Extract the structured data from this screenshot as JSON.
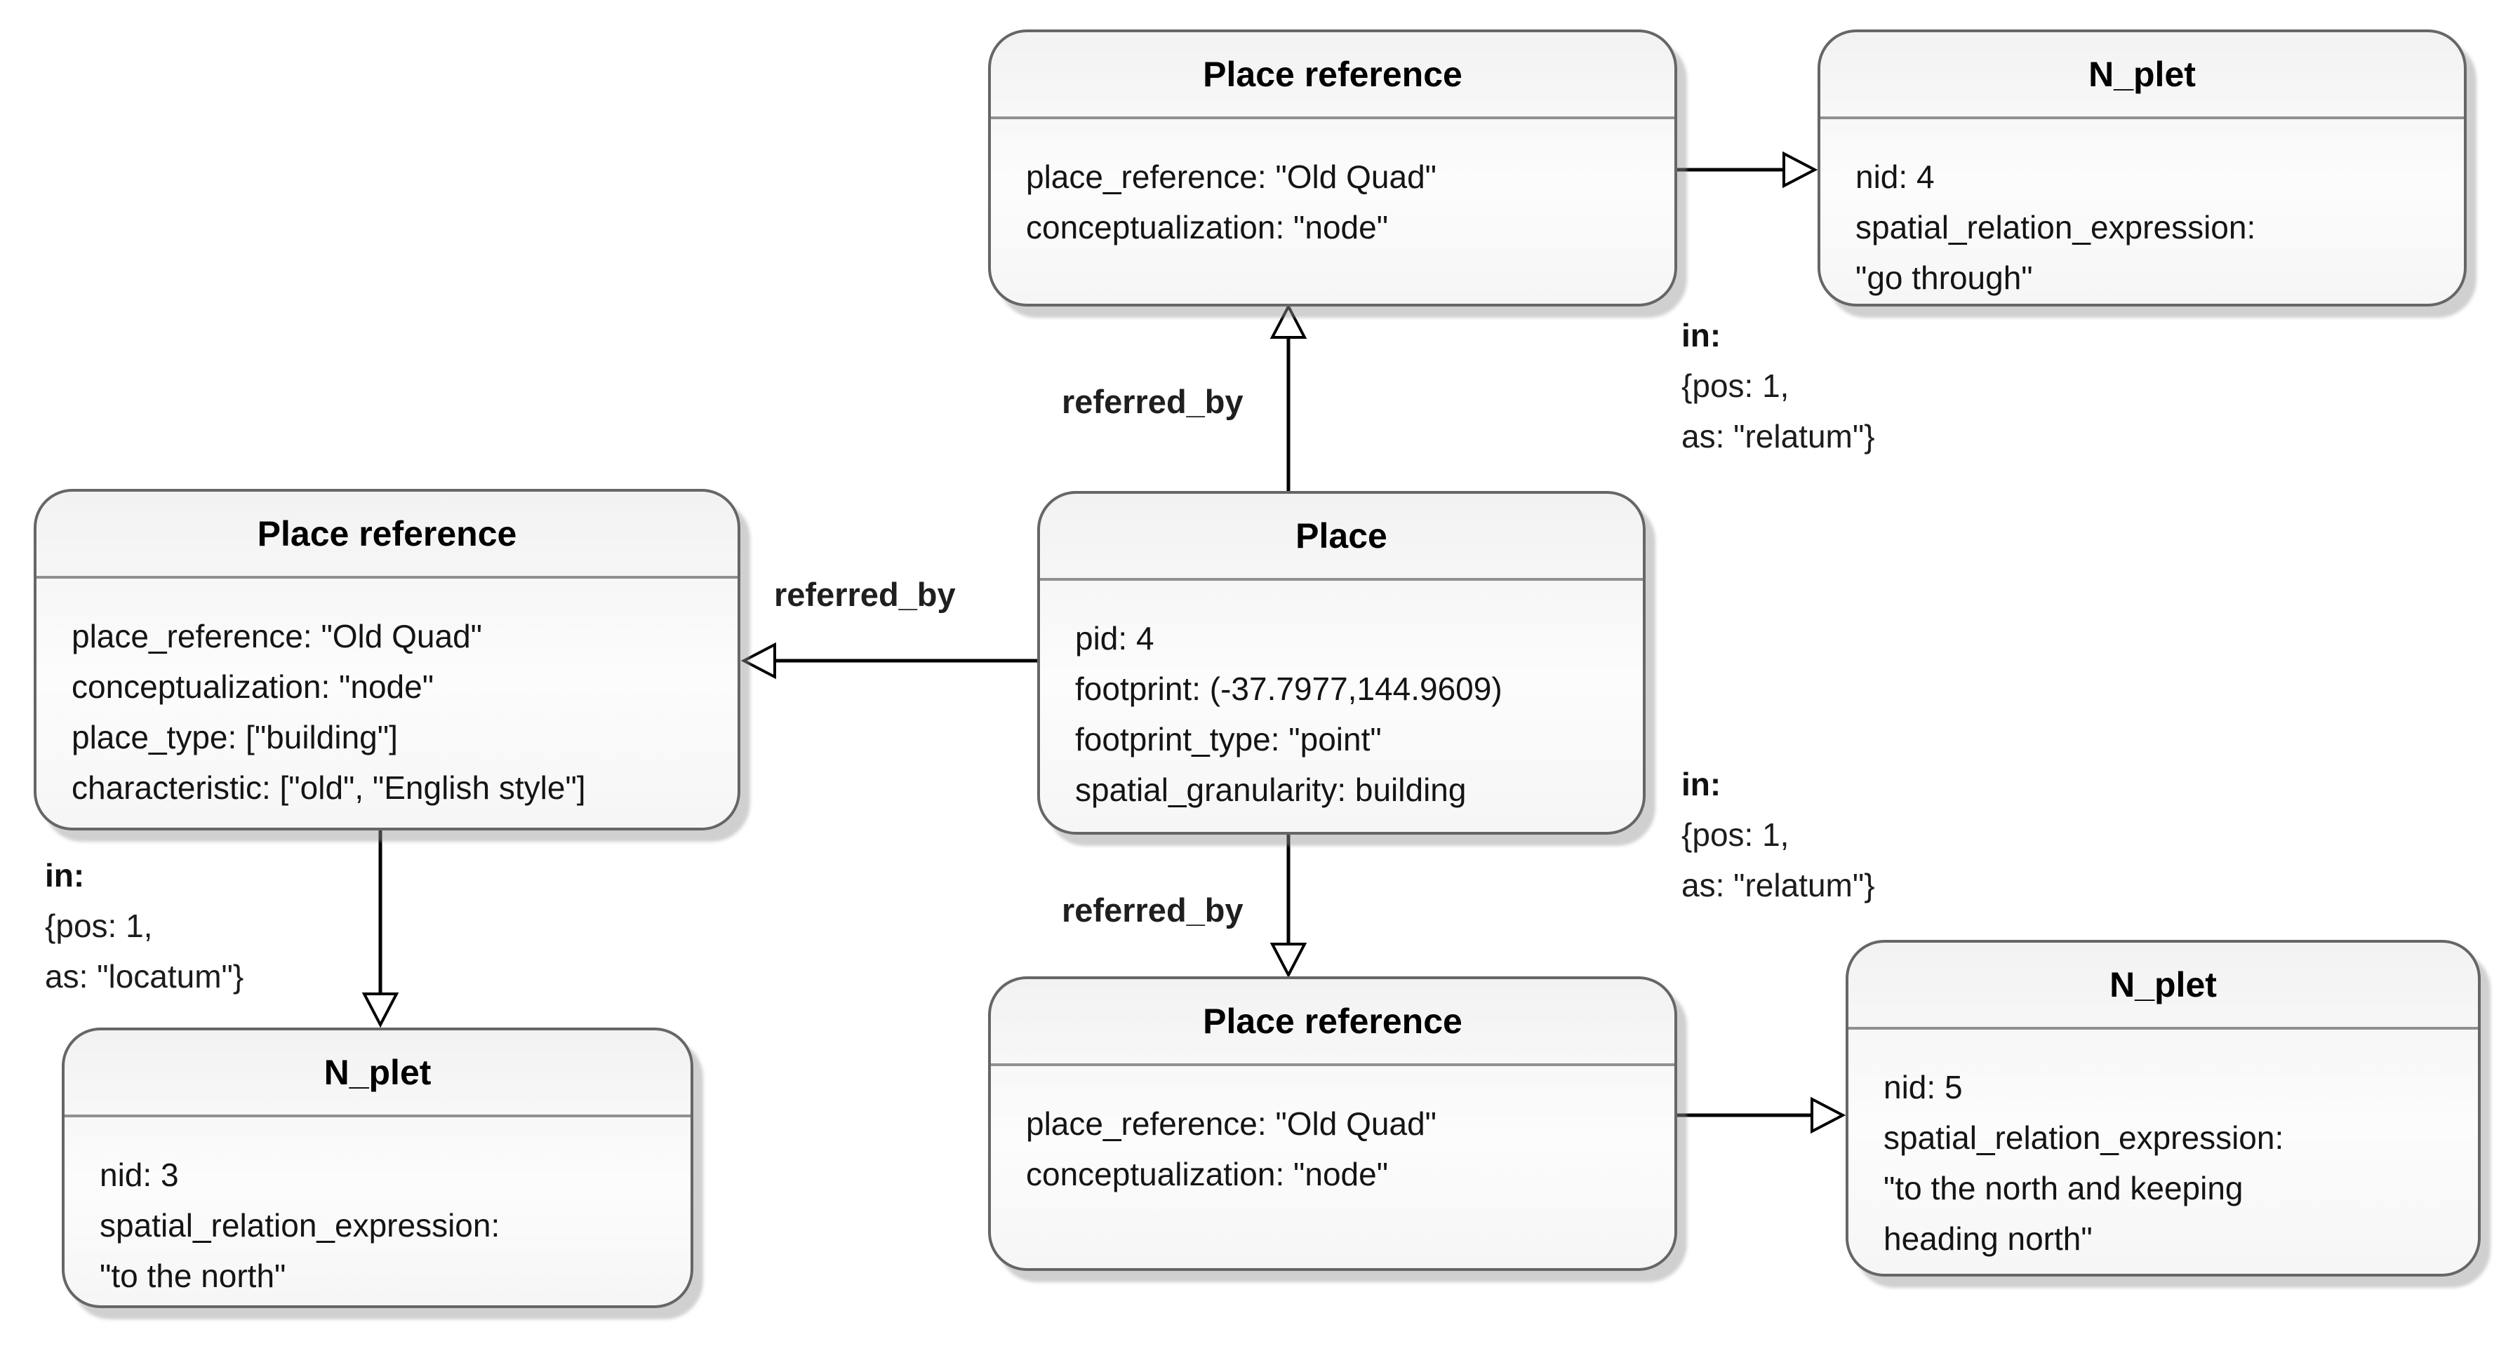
{
  "canvas": {
    "background": "#ffffff"
  },
  "colors": {
    "edge_line": "#000000",
    "node_border": "#666666",
    "node_fill": "#f5f5f5",
    "divider": "#909090",
    "shadow": "#969696",
    "text": "#111111"
  },
  "diagram": {
    "nodes": [
      {
        "id": "place-reference-top",
        "title": "Place reference",
        "lines": [
          "place_reference: \"Old Quad\"",
          "conceptualization: \"node\""
        ]
      },
      {
        "id": "nplet-top-right",
        "title": "N_plet",
        "lines": [
          "nid: 4",
          "spatial_relation_expression:",
          "\"go through\""
        ]
      },
      {
        "id": "place-reference-left",
        "title": "Place reference",
        "lines": [
          "place_reference: \"Old Quad\"",
          "conceptualization: \"node\"",
          "place_type: [\"building\"]",
          "characteristic: [\"old\", \"English style\"]"
        ]
      },
      {
        "id": "place",
        "title": "Place",
        "lines": [
          "pid: 4",
          "footprint: (-37.7977,144.9609)",
          "footprint_type: \"point\"",
          "spatial_granularity: building"
        ]
      },
      {
        "id": "place-reference-bottom",
        "title": "Place reference",
        "lines": [
          "place_reference: \"Old Quad\"",
          "conceptualization: \"node\""
        ]
      },
      {
        "id": "nplet-bottom-right",
        "title": "N_plet",
        "lines": [
          "nid: 5",
          "spatial_relation_expression:",
          "\"to the north and keeping",
          "heading north\""
        ]
      },
      {
        "id": "nplet-bottom-left",
        "title": "N_plet",
        "lines": [
          "nid: 3",
          "spatial_relation_expression:",
          "\"to the north\""
        ]
      }
    ],
    "edges": [
      {
        "from": "place",
        "to": "place-reference-top",
        "label": "referred_by",
        "arrowhead": "hollow-triangle"
      },
      {
        "from": "place",
        "to": "place-reference-left",
        "label": "referred_by",
        "arrowhead": "hollow-triangle"
      },
      {
        "from": "place",
        "to": "place-reference-bottom",
        "label": "referred_by",
        "arrowhead": "hollow-triangle"
      },
      {
        "from": "place-reference-top",
        "to": "nplet-top-right",
        "arrowhead": "hollow-triangle"
      },
      {
        "from": "place-reference-bottom",
        "to": "nplet-bottom-right",
        "arrowhead": "hollow-triangle"
      },
      {
        "from": "place-reference-left",
        "to": "nplet-bottom-left",
        "arrowhead": "hollow-triangle"
      }
    ],
    "annotations": [
      {
        "heading": "in:",
        "lines": [
          "{pos: 1,",
          "as: \"relatum\"}"
        ]
      },
      {
        "heading": "in:",
        "lines": [
          "{pos: 1,",
          "as: \"relatum\"}"
        ]
      },
      {
        "heading": "in:",
        "lines": [
          "{pos: 1,",
          "as: \"locatum\"}"
        ]
      }
    ]
  }
}
